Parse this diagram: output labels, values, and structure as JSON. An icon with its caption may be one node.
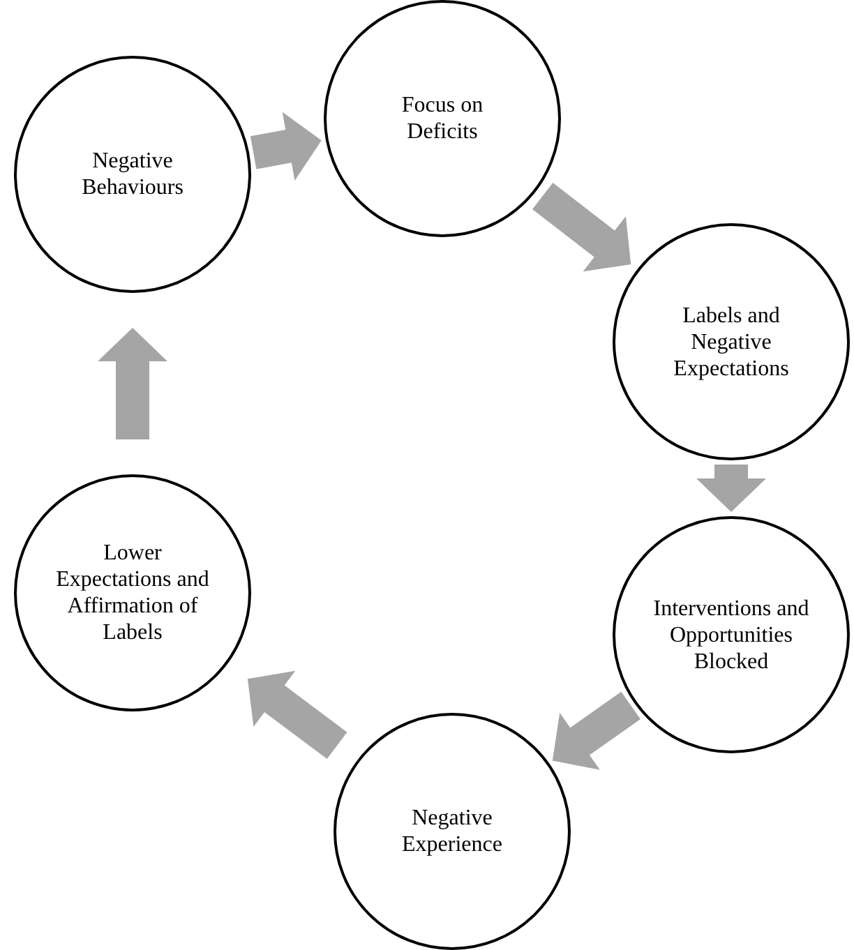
{
  "diagram": {
    "nodes": [
      {
        "text": [
          "Focus on Deficits"
        ]
      },
      {
        "text": [
          "Labels and Negative Expectations"
        ]
      },
      {
        "text": [
          "Interventions and Opportunities Blocked"
        ]
      },
      {
        "text": [
          "Negative Experience"
        ]
      },
      {
        "text": [
          "Lower Expectations and Affirmation of Labels"
        ]
      },
      {
        "text": [
          "Negative Behaviours"
        ]
      }
    ],
    "edges": [
      {
        "from": 0,
        "to": 1,
        "arrow": "to"
      },
      {
        "from": 1,
        "to": 2,
        "arrow": "to"
      },
      {
        "from": 2,
        "to": 3,
        "arrow": "to"
      },
      {
        "from": 3,
        "to": 4,
        "arrow": "to"
      },
      {
        "from": 4,
        "to": 5,
        "arrow": "to"
      },
      {
        "from": 5,
        "to": 0,
        "arrow": "to"
      }
    ]
  }
}
